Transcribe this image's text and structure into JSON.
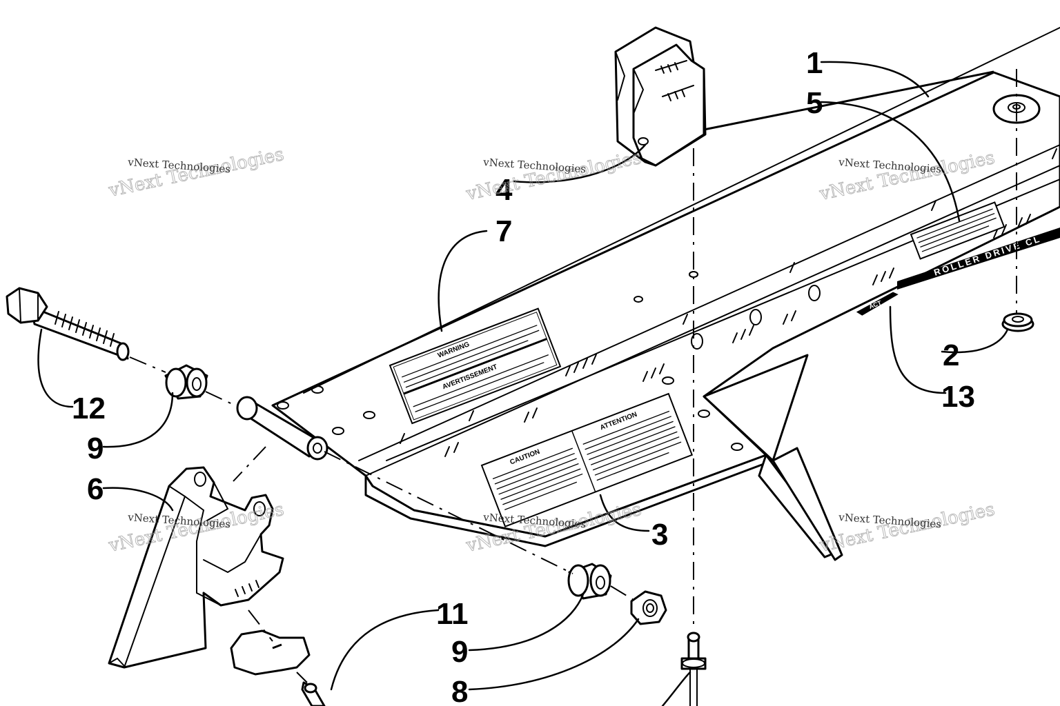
{
  "diagram": {
    "callouts": [
      "1",
      "5",
      "4",
      "7",
      "12",
      "9",
      "6",
      "2",
      "13",
      "3",
      "11",
      "9",
      "8"
    ],
    "decals": {
      "warning_top": "WARNING",
      "warning_bottom": "AVERTISSEMENT",
      "caution": "CAUTION",
      "attention": "ATTENTION",
      "logo": "ACT",
      "rail_text": "ROLLER DRIVE CL"
    },
    "watermarks": [
      {
        "large": "vNext Technologies",
        "small": "vNext Technologies"
      },
      {
        "large": "vNext Technologies",
        "small": "vNext Technologies"
      },
      {
        "large": "vNext Technologies",
        "small": "vNext Technologies"
      },
      {
        "large": "vNext Technologies",
        "small": "vNext Technologies"
      },
      {
        "large": "vNext Technologies",
        "small": "vNext Technologies"
      },
      {
        "large": "vNext Technologies",
        "small": "vNext Technologies"
      }
    ]
  }
}
